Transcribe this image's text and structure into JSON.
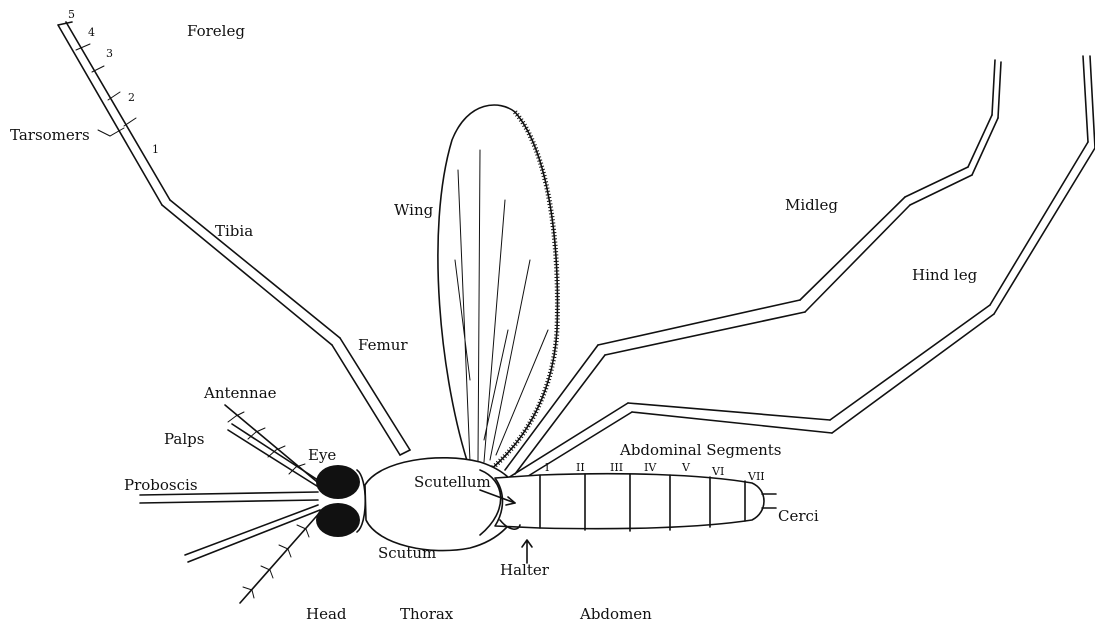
{
  "labels": {
    "foreleg": "Foreleg",
    "tarsomers": "Tarsomers",
    "tibia": "Tibia",
    "femur": "Femur",
    "wing": "Wing",
    "midleg": "Midleg",
    "hindleg": "Hind leg",
    "antennae": "Antennae",
    "palps": "Palps",
    "proboscis": "Proboscis",
    "eye": "Eye",
    "scutellum": "Scutellum",
    "scutum": "Scutum",
    "halter": "Halter",
    "abdominal_segments": "Abdominal Segments",
    "cerci": "Cerci",
    "head": "Head",
    "thorax": "Thorax",
    "abdomen": "Abdomen"
  },
  "tarsomer_numbers": [
    "5",
    "4",
    "3",
    "2",
    "1"
  ],
  "segment_numerals": [
    "I",
    "II",
    "III",
    "IV",
    "V",
    "VI",
    "VII"
  ]
}
